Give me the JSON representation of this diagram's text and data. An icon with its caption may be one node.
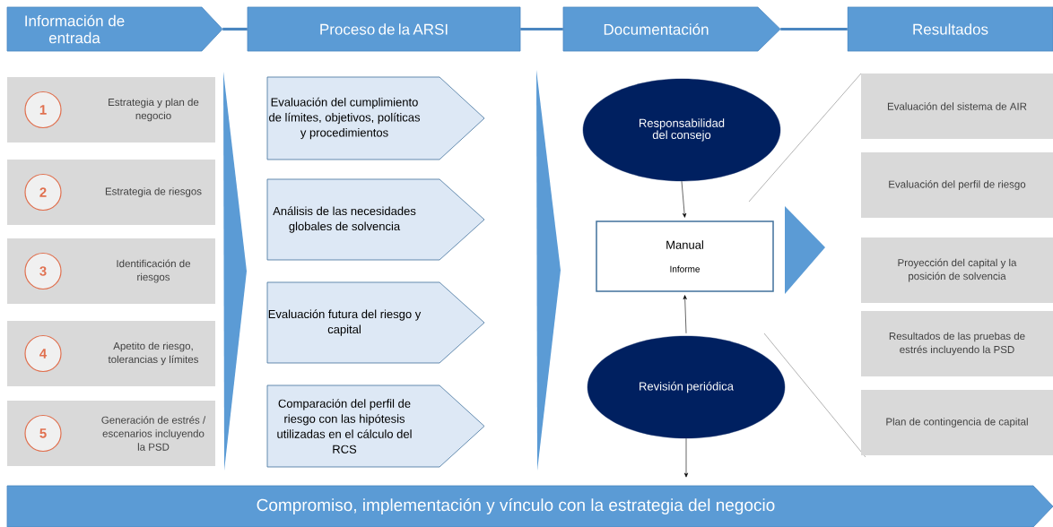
{
  "diagram": {
    "nodes": [
      {
        "text": [
          "Información de entrada"
        ]
      },
      {
        "text": [
          "Proceso de la ARSI"
        ]
      },
      {
        "text": [
          "Documentación"
        ]
      },
      {
        "text": [
          "Resultados"
        ]
      },
      {
        "text": [
          "Estrategia y plan de negocio"
        ]
      },
      {
        "text": [
          "1"
        ],
        "in": 4
      },
      {
        "text": [
          "Estrategia de riesgos"
        ]
      },
      {
        "text": [
          "2"
        ],
        "in": 6
      },
      {
        "text": [
          "Identificación de riesgos"
        ]
      },
      {
        "text": [
          "3"
        ],
        "in": 8
      },
      {
        "text": [
          "Apetito de riesgo, tolerancias y límites"
        ]
      },
      {
        "text": [
          "4"
        ],
        "in": 10
      },
      {
        "text": [
          "Generación de estrés / escenarios incluyendo la PSD"
        ]
      },
      {
        "text": [
          "5"
        ],
        "in": 12
      },
      {
        "text": [
          "Evaluación del cumplimiento de límites, objetivos, políticas y procedimientos"
        ]
      },
      {
        "text": [
          "Análisis de las necesidades globales de solvencia"
        ]
      },
      {
        "text": [
          "Evaluación futura del riesgo y capital"
        ]
      },
      {
        "text": [
          "Comparación del perfil de riesgo con las hipótesis utilizadas en el cálculo del RCS"
        ]
      },
      {
        "text": [
          "Responsabilidad del consejo"
        ]
      },
      {
        "text": [
          "Manual",
          "Informe"
        ]
      },
      {
        "text": [
          "Revisión periódica"
        ]
      },
      {
        "text": [
          "Evaluación del sistema de AIR"
        ]
      },
      {
        "text": [
          "Evaluación del perfil de riesgo"
        ]
      },
      {
        "text": [
          "Proyección del capital y la posición de solvencia"
        ]
      },
      {
        "text": [
          "Resultados de las pruebas de estrés incluyendo la PSD"
        ]
      },
      {
        "text": [
          "Plan de contingencia de capital"
        ]
      },
      {
        "text": [
          "Compromiso, implementación y vínculo con la estrategia del negocio"
        ]
      },
      {
        "text": [],
        "shape": "triangle"
      },
      {
        "text": [],
        "shape": "triangle"
      }
    ],
    "edges": [
      {
        "from": 0,
        "to": 1,
        "arrow": "none",
        "color": "#4a86c0",
        "style": "thick"
      },
      {
        "from": 1,
        "to": 2,
        "arrow": "none",
        "color": "#4a86c0",
        "style": "thick"
      },
      {
        "from": 2,
        "to": 3,
        "arrow": "none",
        "color": "#4a86c0",
        "style": "thick"
      },
      {
        "from": 18,
        "to": 19,
        "arrow": "to",
        "color": "#000000"
      },
      {
        "from": 20,
        "to": 19,
        "arrow": "to",
        "color": "#000000"
      },
      {
        "from": 20,
        "to": 26,
        "arrow": "to",
        "color": "#000000"
      }
    ]
  }
}
